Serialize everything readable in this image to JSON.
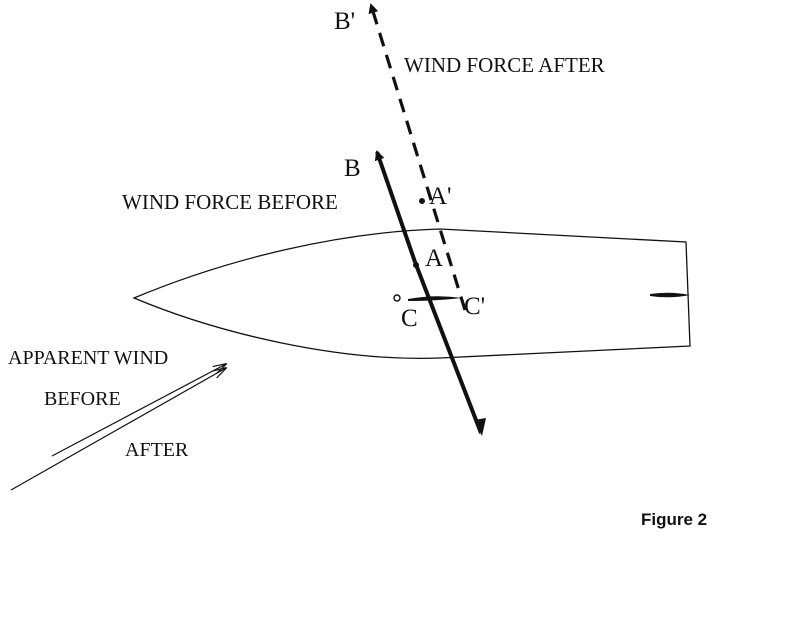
{
  "figure": {
    "caption": "Figure 2",
    "labels": {
      "b_prime": "B'",
      "b": "B",
      "a_prime": "A'",
      "a": "A",
      "c": "C",
      "c_prime": "C'",
      "wind_force_after": "WIND FORCE AFTER",
      "wind_force_before": "WIND FORCE BEFORE",
      "apparent_wind": "APPARENT WIND",
      "before": "BEFORE",
      "after": "AFTER"
    }
  }
}
